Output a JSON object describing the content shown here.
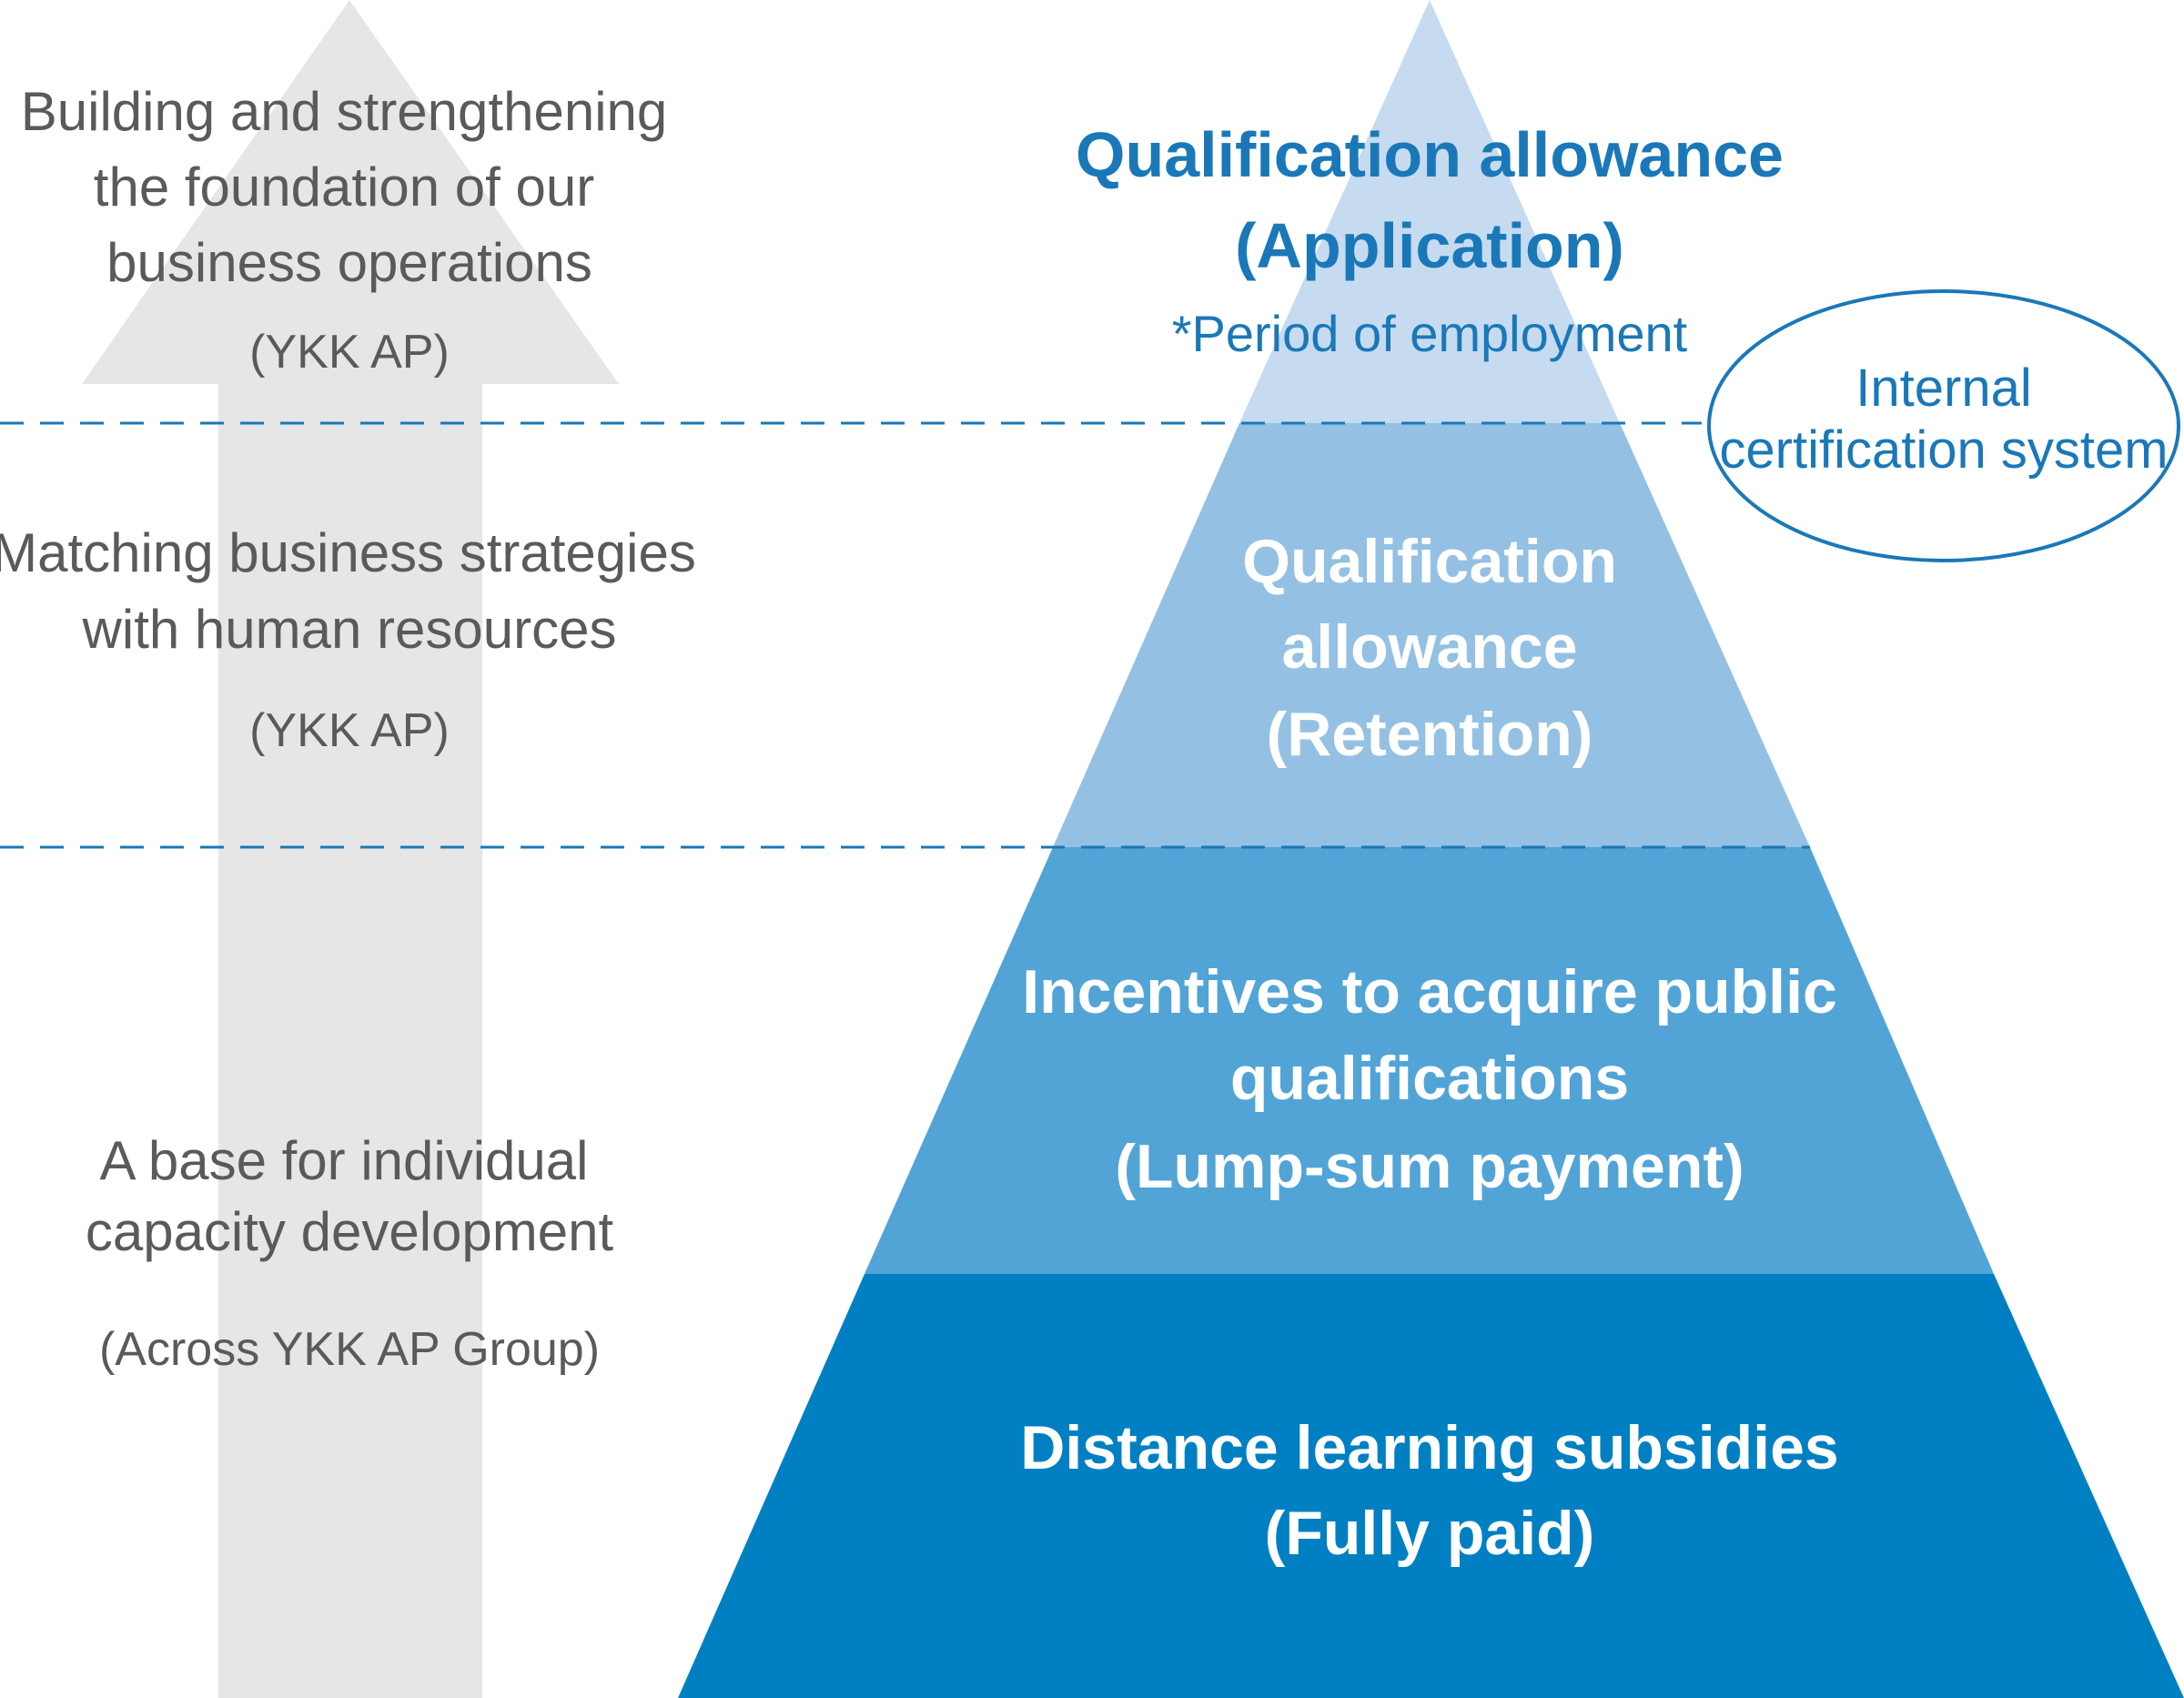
{
  "colors": {
    "arrow": "#e6e6e6",
    "tier_top": "#c6dbf0",
    "tier_upper_mid": "#94c1e3",
    "tier_lower_mid": "#52a4d6",
    "tier_base": "#0080c3",
    "accent_text": "#1a78b8",
    "left_text": "#5a5a5a",
    "dashed_line": "#1a78b8"
  },
  "left_column": {
    "levels": [
      {
        "lines": [
          "Building and strengthening",
          "the foundation of our",
          "business operations"
        ],
        "scope": "(YKK AP)"
      },
      {
        "lines": [
          "Matching business strategies",
          "with human resources"
        ],
        "scope": "(YKK AP)"
      },
      {
        "lines": [
          "A base for individual",
          "capacity development"
        ],
        "scope": "(Across YKK AP Group)"
      }
    ]
  },
  "pyramid": {
    "tiers": [
      {
        "lines": [
          "Qualification allowance",
          "(Application)"
        ],
        "note": "*Period of employment"
      },
      {
        "lines": [
          "Qualification",
          "allowance",
          "(Retention)"
        ]
      },
      {
        "lines": [
          "Incentives to acquire public",
          "qualifications",
          "(Lump-sum payment)"
        ]
      },
      {
        "lines": [
          "Distance learning subsidies",
          "(Fully paid)"
        ]
      }
    ]
  },
  "badge": {
    "lines": [
      "Internal",
      "certification system"
    ]
  }
}
